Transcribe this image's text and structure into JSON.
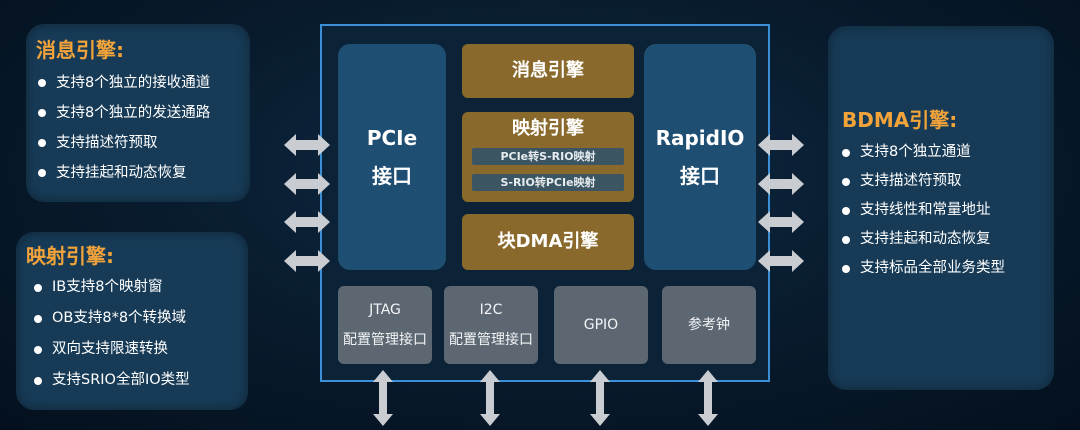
{
  "left_top": {
    "title": "消息引擎:",
    "items": [
      "支持8个独立的接收通道",
      "支持8个独立的发送通路",
      "支持描述符预取",
      "支持挂起和动态恢复"
    ]
  },
  "left_bottom": {
    "title": "映射引擎:",
    "items": [
      "IB支持8个映射窗",
      "OB支持8*8个转换域",
      "双向支持限速转换",
      "支持SRIO全部IO类型"
    ]
  },
  "right": {
    "title": "BDMA引擎:",
    "items": [
      "支持8个独立通道",
      "支持描述符预取",
      "支持线性和常量地址",
      "支持挂起和动态恢复",
      "支持标品全部业务类型"
    ]
  },
  "chip": {
    "pcie": {
      "line1": "PCIe",
      "line2": "接口"
    },
    "rapidio": {
      "line1": "RapidIO",
      "line2": "接口"
    },
    "msg_engine": "消息引擎",
    "map_engine": {
      "title": "映射引擎",
      "sub1": "PCIe转S-RIO映射",
      "sub2": "S-RIO转PCIe映射"
    },
    "dma_engine": "块DMA引擎",
    "bottom": [
      {
        "line1": "JTAG",
        "line2": "配置管理接口"
      },
      {
        "line1": "I2C",
        "line2": "配置管理接口"
      },
      {
        "line1": "GPIO",
        "line2": ""
      },
      {
        "line1": "参考钟",
        "line2": ""
      }
    ]
  },
  "colors": {
    "accent_orange": "#f2a33a",
    "panel_bg": "#173b57",
    "chip_border": "#3a8fd6",
    "engine_bg": "#8a6a2c",
    "interface_bg": "#1f4e73",
    "gray_box": "#5c6772",
    "arrow": "#c9cdd2"
  }
}
